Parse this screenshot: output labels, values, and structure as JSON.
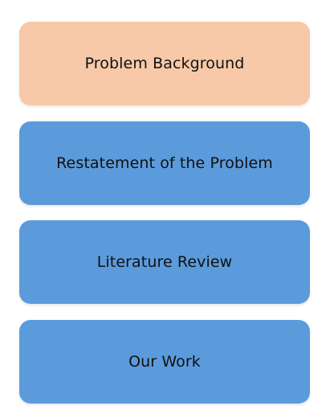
{
  "blocks": [
    {
      "label": "Problem Background",
      "color": "#f8c9a8"
    },
    {
      "label": "Restatement of the Problem",
      "color": "#5b9bdc"
    },
    {
      "label": "Literature Review",
      "color": "#5b9bdc"
    },
    {
      "label": "Our Work",
      "color": "#5b9bdc"
    }
  ]
}
